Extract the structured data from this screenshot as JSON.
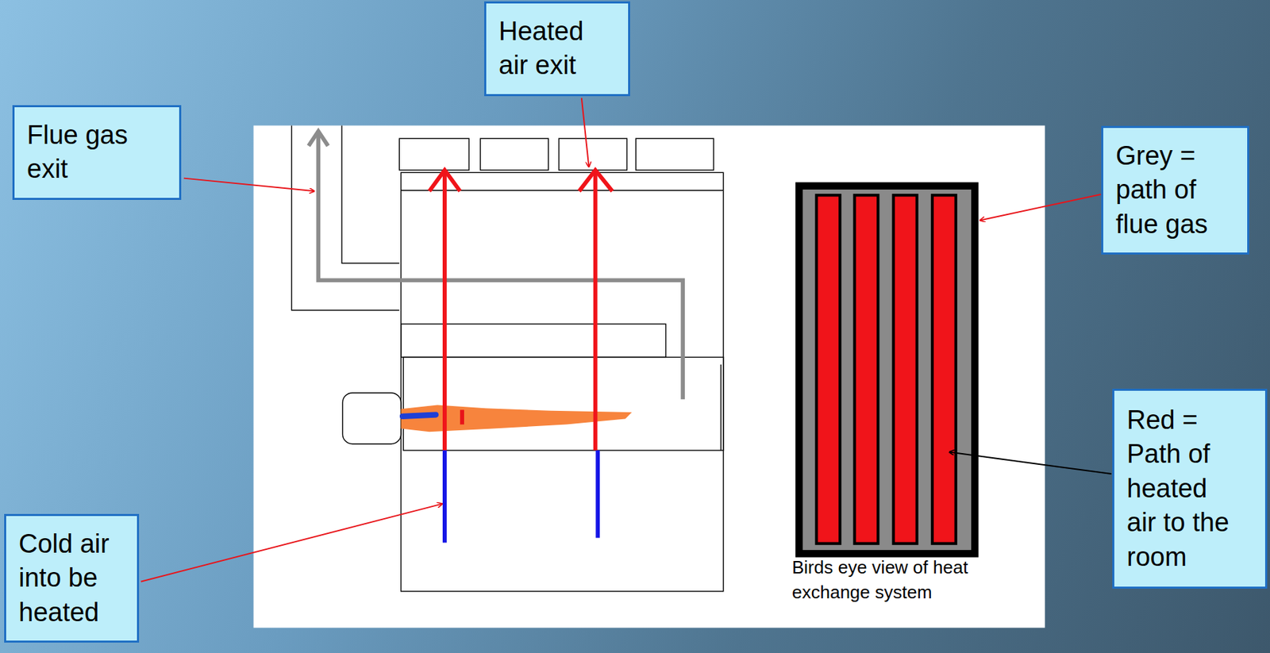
{
  "diagram": {
    "nodes": [
      {
        "text": [
          "Heated air exit"
        ]
      },
      {
        "text": [
          "Flue gas exit"
        ]
      },
      {
        "text": [
          "Grey = path of flue gas"
        ]
      },
      {
        "text": [
          "Red = Path of heated air to the room"
        ]
      },
      {
        "text": [
          "Cold air into be heated"
        ]
      }
    ],
    "labels": [
      "Birds eye view of heat exchange system"
    ]
  }
}
